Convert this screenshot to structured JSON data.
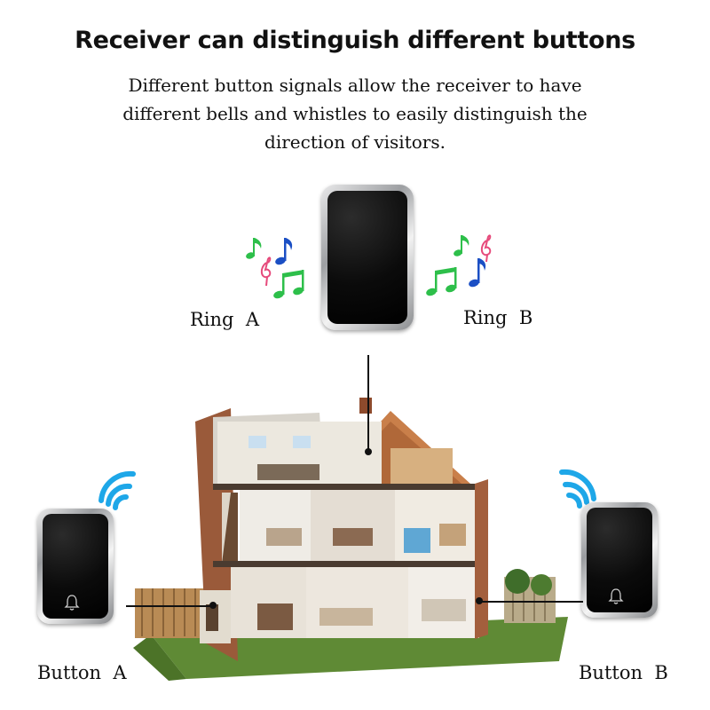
{
  "heading": "Receiver can distinguish different buttons",
  "description": "Different button signals allow the receiver to have different bells and whistles to easily distinguish the direction of visitors.",
  "labels": {
    "ring_a": "Ring  A",
    "ring_b": "Ring  B",
    "button_a": "Button  A",
    "button_b": "Button  B"
  },
  "icons": [
    "music-notes-icon",
    "wifi-signal-icon",
    "bell-icon"
  ],
  "colors": {
    "signal_blue": "#1ea7e8",
    "note_green": "#2dbf4a",
    "note_blue": "#1b4fc4",
    "note_pink": "#e64a7b",
    "device_black": "#0b0b0b"
  }
}
